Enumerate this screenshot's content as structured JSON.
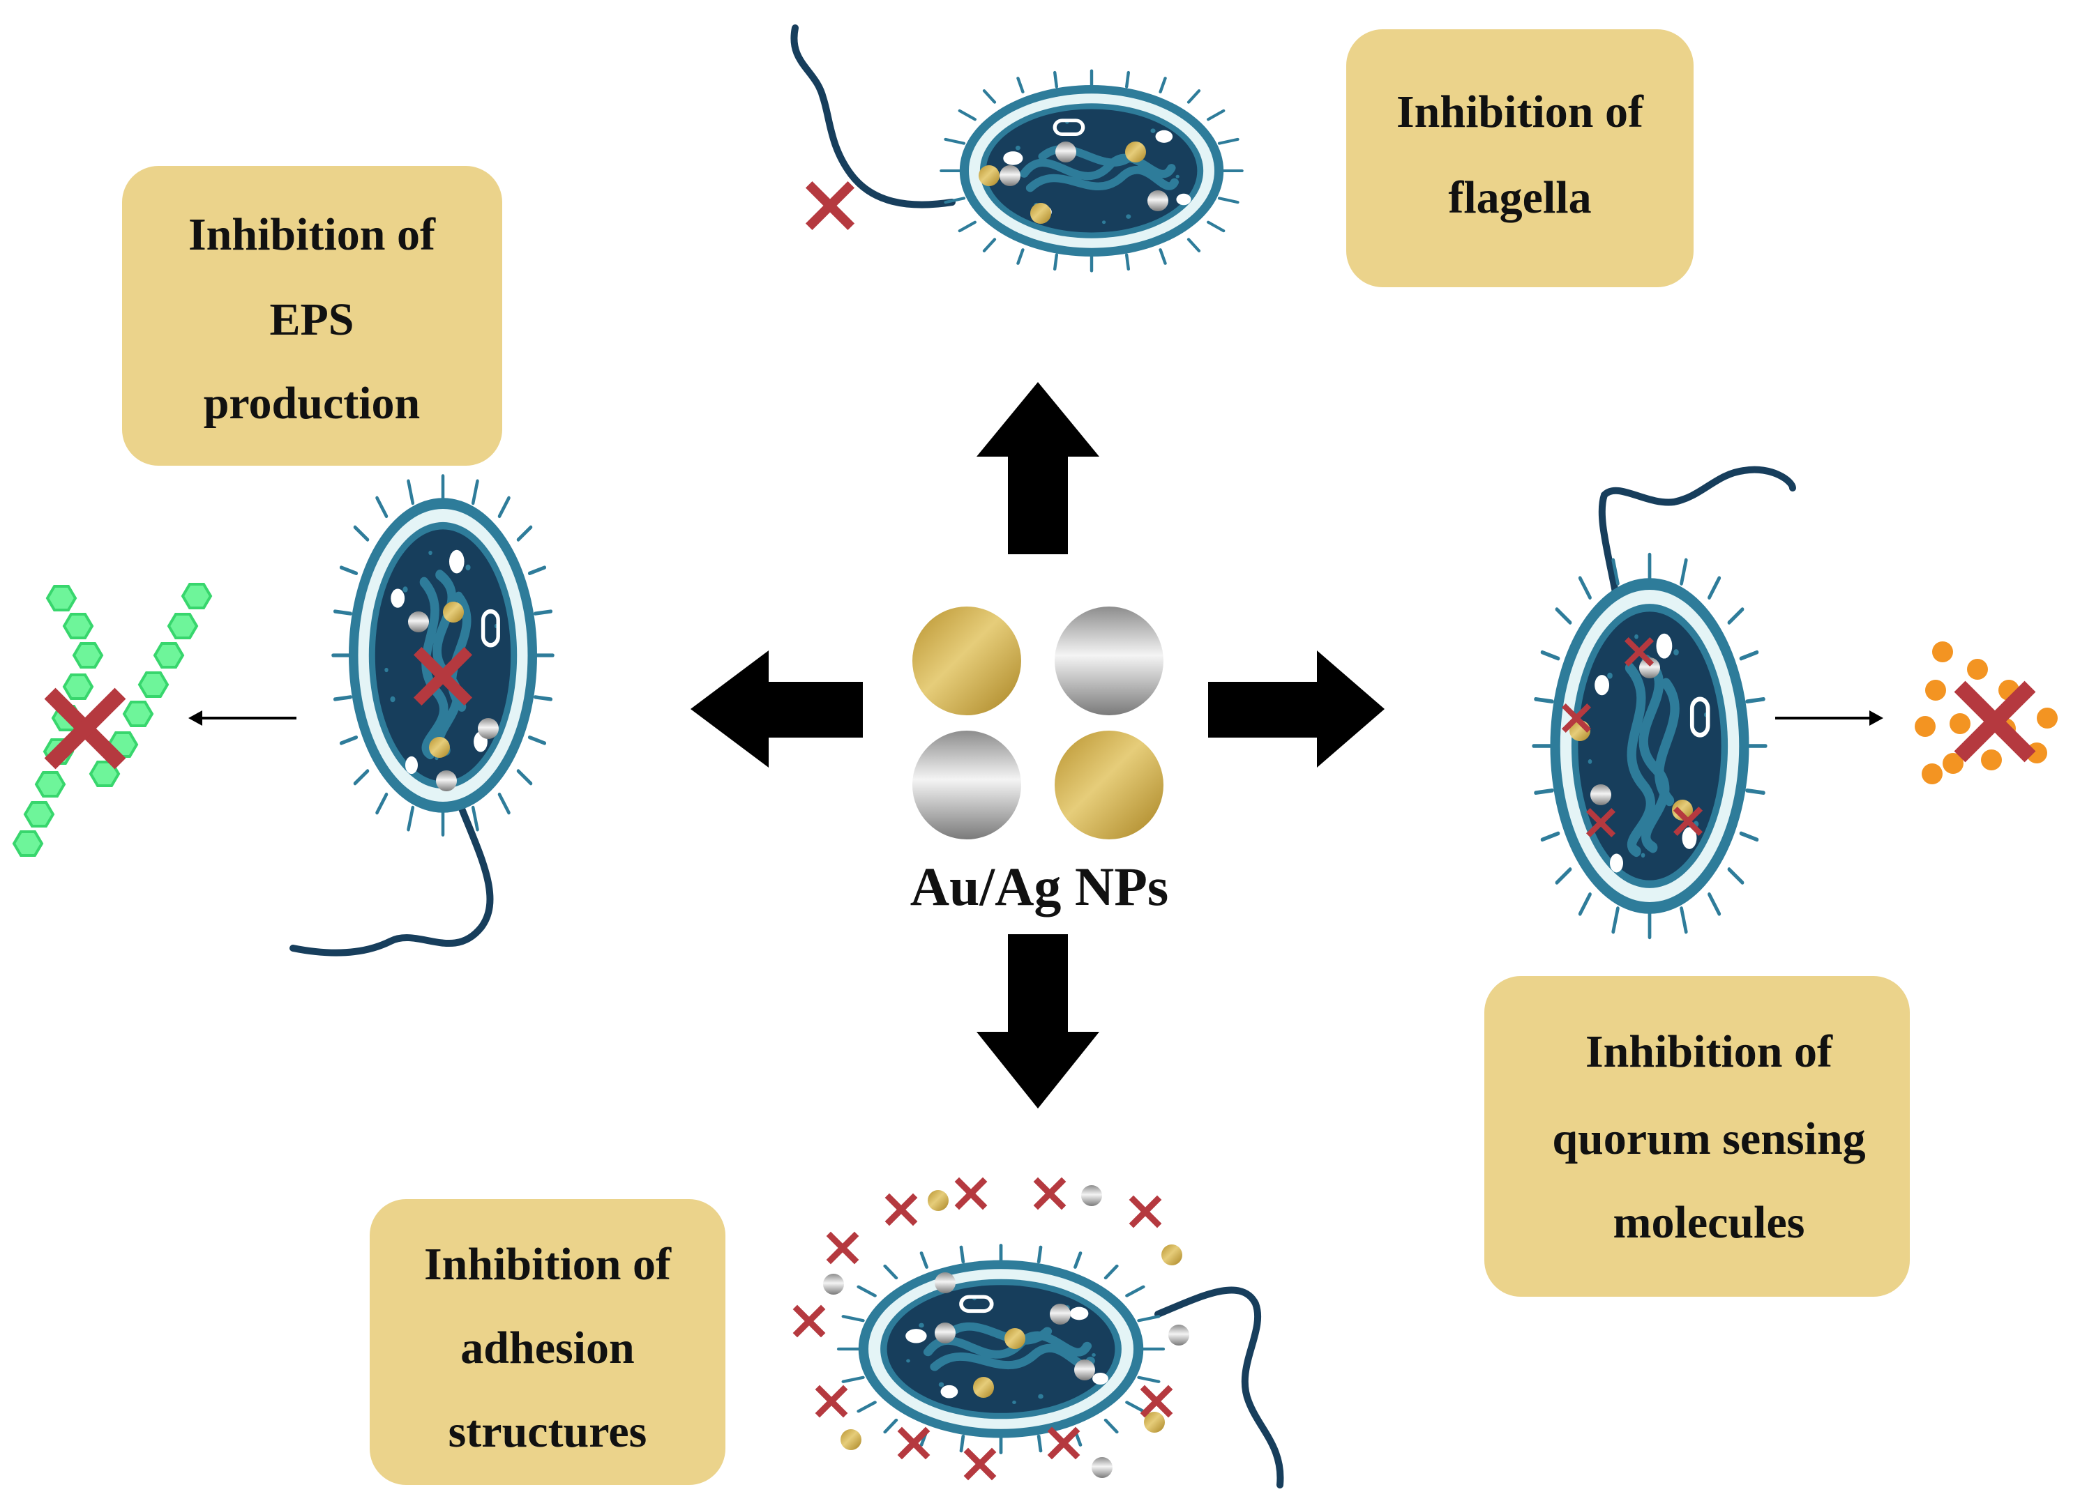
{
  "center": {
    "label": "Au/Ag NPs"
  },
  "boxes": {
    "eps": [
      "Inhibition of",
      "EPS",
      "production"
    ],
    "flagella": [
      "Inhibition of",
      "flagella"
    ],
    "quorum": [
      "Inhibition of",
      "quorum sensing",
      "molecules"
    ],
    "adhesion": [
      "Inhibition of",
      "adhesion",
      "structures"
    ]
  },
  "colors": {
    "box_fill": "#ebd38b",
    "gold_np": "#c9a640",
    "silver_np": "#b8b8b8",
    "cell_dark": "#173e5c",
    "cell_ring": "#2e7c9a",
    "inhibit_x": "#b5393f",
    "eps_chain": "#4fe880",
    "qs_molecule": "#f39422",
    "arrow": "#000000"
  }
}
